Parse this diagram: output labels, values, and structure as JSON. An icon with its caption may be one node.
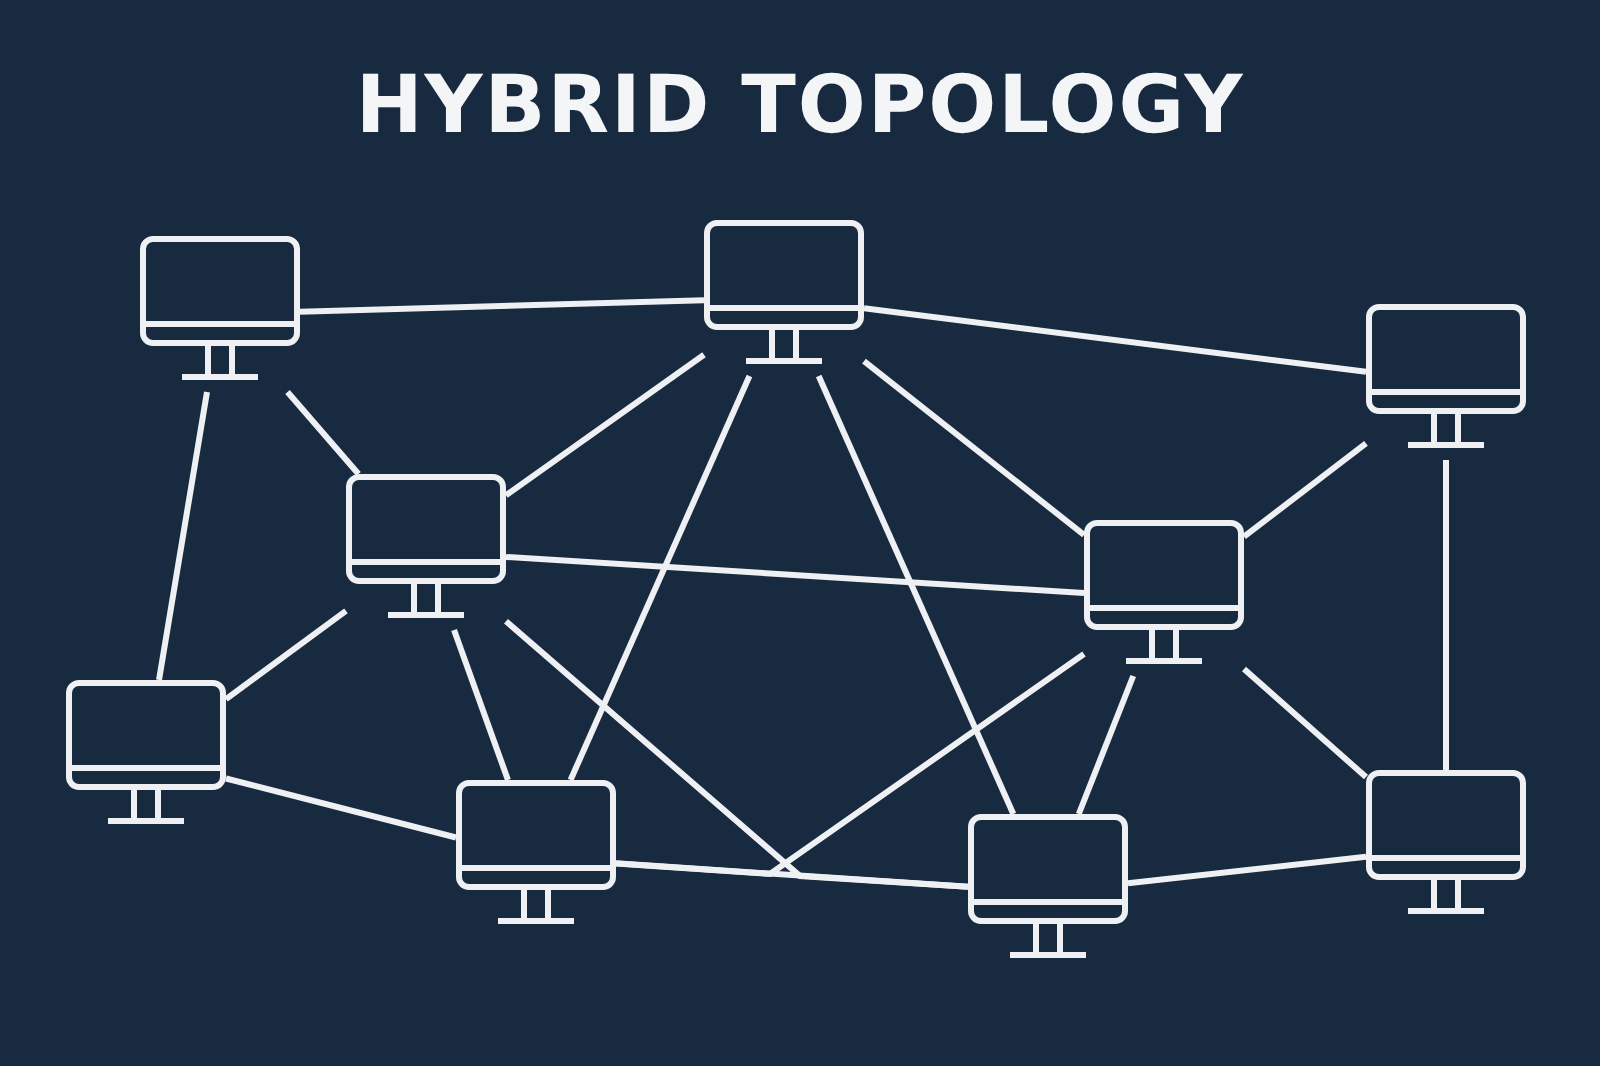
{
  "diagram": {
    "title": "HYBRID TOPOLOGY",
    "nodes": [
      {
        "text": [],
        "shape": "computer"
      },
      {
        "text": [],
        "shape": "computer"
      },
      {
        "text": [],
        "shape": "computer"
      },
      {
        "text": [],
        "shape": "computer"
      },
      {
        "text": [],
        "shape": "computer"
      },
      {
        "text": [],
        "shape": "computer"
      },
      {
        "text": [],
        "shape": "computer"
      },
      {
        "text": [],
        "shape": "computer"
      },
      {
        "text": [],
        "shape": "computer"
      }
    ],
    "edges": [
      {
        "from": 0,
        "to": 1,
        "arrow": "none"
      },
      {
        "from": 0,
        "to": 3,
        "arrow": "none"
      },
      {
        "from": 0,
        "to": 5,
        "arrow": "none"
      },
      {
        "from": 1,
        "to": 3,
        "arrow": "none"
      },
      {
        "from": 1,
        "to": 2,
        "arrow": "none"
      },
      {
        "from": 1,
        "to": 6,
        "arrow": "none"
      },
      {
        "from": 1,
        "to": 7,
        "arrow": "none"
      },
      {
        "from": 1,
        "to": 4,
        "arrow": "none"
      },
      {
        "from": 3,
        "to": 4,
        "arrow": "none"
      },
      {
        "from": 3,
        "to": 5,
        "arrow": "none"
      },
      {
        "from": 3,
        "to": 6,
        "arrow": "none"
      },
      {
        "from": 3,
        "to": 7,
        "arrow": "none"
      },
      {
        "from": 4,
        "to": 6,
        "arrow": "none"
      },
      {
        "from": 5,
        "to": 6,
        "arrow": "none"
      },
      {
        "from": 6,
        "to": 7,
        "arrow": "none"
      },
      {
        "from": 2,
        "to": 4,
        "arrow": "none"
      },
      {
        "from": 2,
        "to": 8,
        "arrow": "none"
      },
      {
        "from": 4,
        "to": 7,
        "arrow": "none"
      },
      {
        "from": 4,
        "to": 8,
        "arrow": "none"
      },
      {
        "from": 7,
        "to": 8,
        "arrow": "none"
      }
    ]
  }
}
